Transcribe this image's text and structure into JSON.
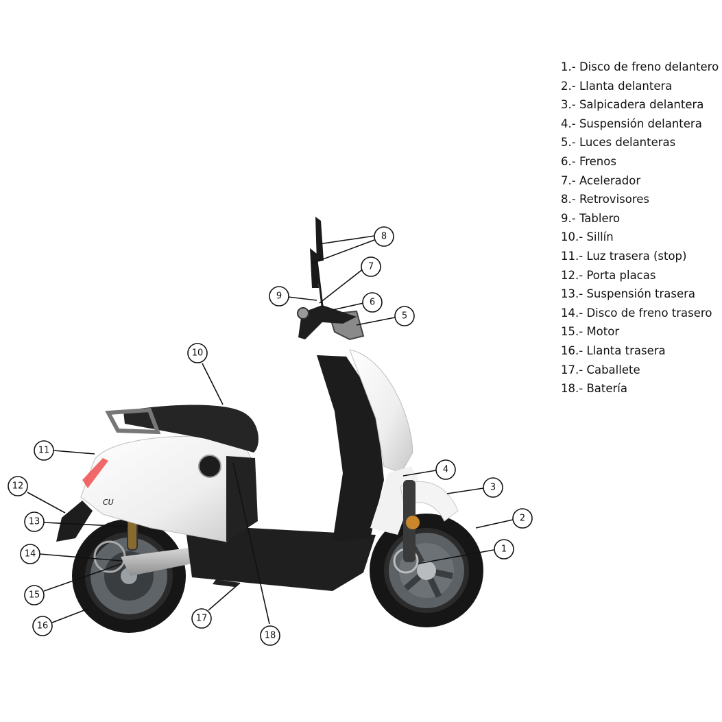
{
  "legend": [
    {
      "num": "1",
      "text": "1.- Disco de freno delantero"
    },
    {
      "num": "2",
      "text": "2.- Llanta delantera"
    },
    {
      "num": "3",
      "text": "3.- Salpicadera delantera"
    },
    {
      "num": "4",
      "text": "4.- Suspensión delantera"
    },
    {
      "num": "5",
      "text": "5.- Luces delanteras"
    },
    {
      "num": "6",
      "text": "6.- Frenos"
    },
    {
      "num": "7",
      "text": "7.- Acelerador"
    },
    {
      "num": "8",
      "text": "8.- Retrovisores"
    },
    {
      "num": "9",
      "text": "9.- Tablero"
    },
    {
      "num": "10",
      "text": "10.- Sillín"
    },
    {
      "num": "11",
      "text": "11.- Luz trasera (stop)"
    },
    {
      "num": "12",
      "text": "12.- Porta placas"
    },
    {
      "num": "13",
      "text": "13.- Suspensión trasera"
    },
    {
      "num": "14",
      "text": "14.- Disco de freno trasero"
    },
    {
      "num": "15",
      "text": "15.- Motor"
    },
    {
      "num": "16",
      "text": "16.- Llanta trasera"
    },
    {
      "num": "17",
      "text": "17.- Caballete"
    },
    {
      "num": "18",
      "text": "18.- Batería"
    }
  ],
  "callouts": [
    "1",
    "2",
    "3",
    "4",
    "5",
    "6",
    "7",
    "8",
    "9",
    "10",
    "11",
    "12",
    "13",
    "14",
    "15",
    "16",
    "17",
    "18"
  ],
  "colors": {
    "body": "#f4f4f4",
    "frame": "#1e1e1e",
    "seat": "#252525",
    "tire": "#161616",
    "rim": "#5f6468",
    "accent": "#c9862b"
  }
}
